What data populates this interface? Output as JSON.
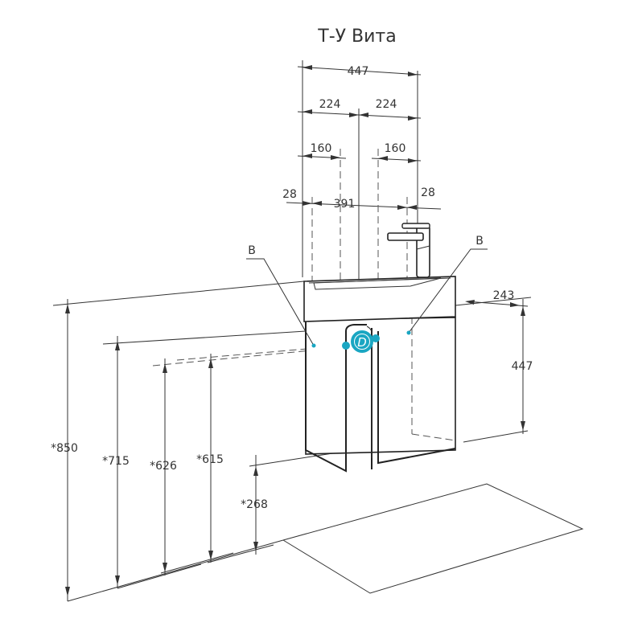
{
  "title": "Т-У Вита",
  "accent_color": "#1aa6c2",
  "labels": {
    "callout_left": "В",
    "callout_right": "В",
    "bubble": "D"
  },
  "dimensions": {
    "overall_width": "447",
    "half_left": "224",
    "half_right": "224",
    "offset_left": "160",
    "offset_right": "160",
    "edge_left": "28",
    "edge_right": "28",
    "inner_span": "391",
    "depth": "243",
    "cabinet_height": "447",
    "total_height": "*850",
    "height_715": "*715",
    "height_626": "*626",
    "height_615": "*615",
    "floor_clearance": "*268"
  }
}
